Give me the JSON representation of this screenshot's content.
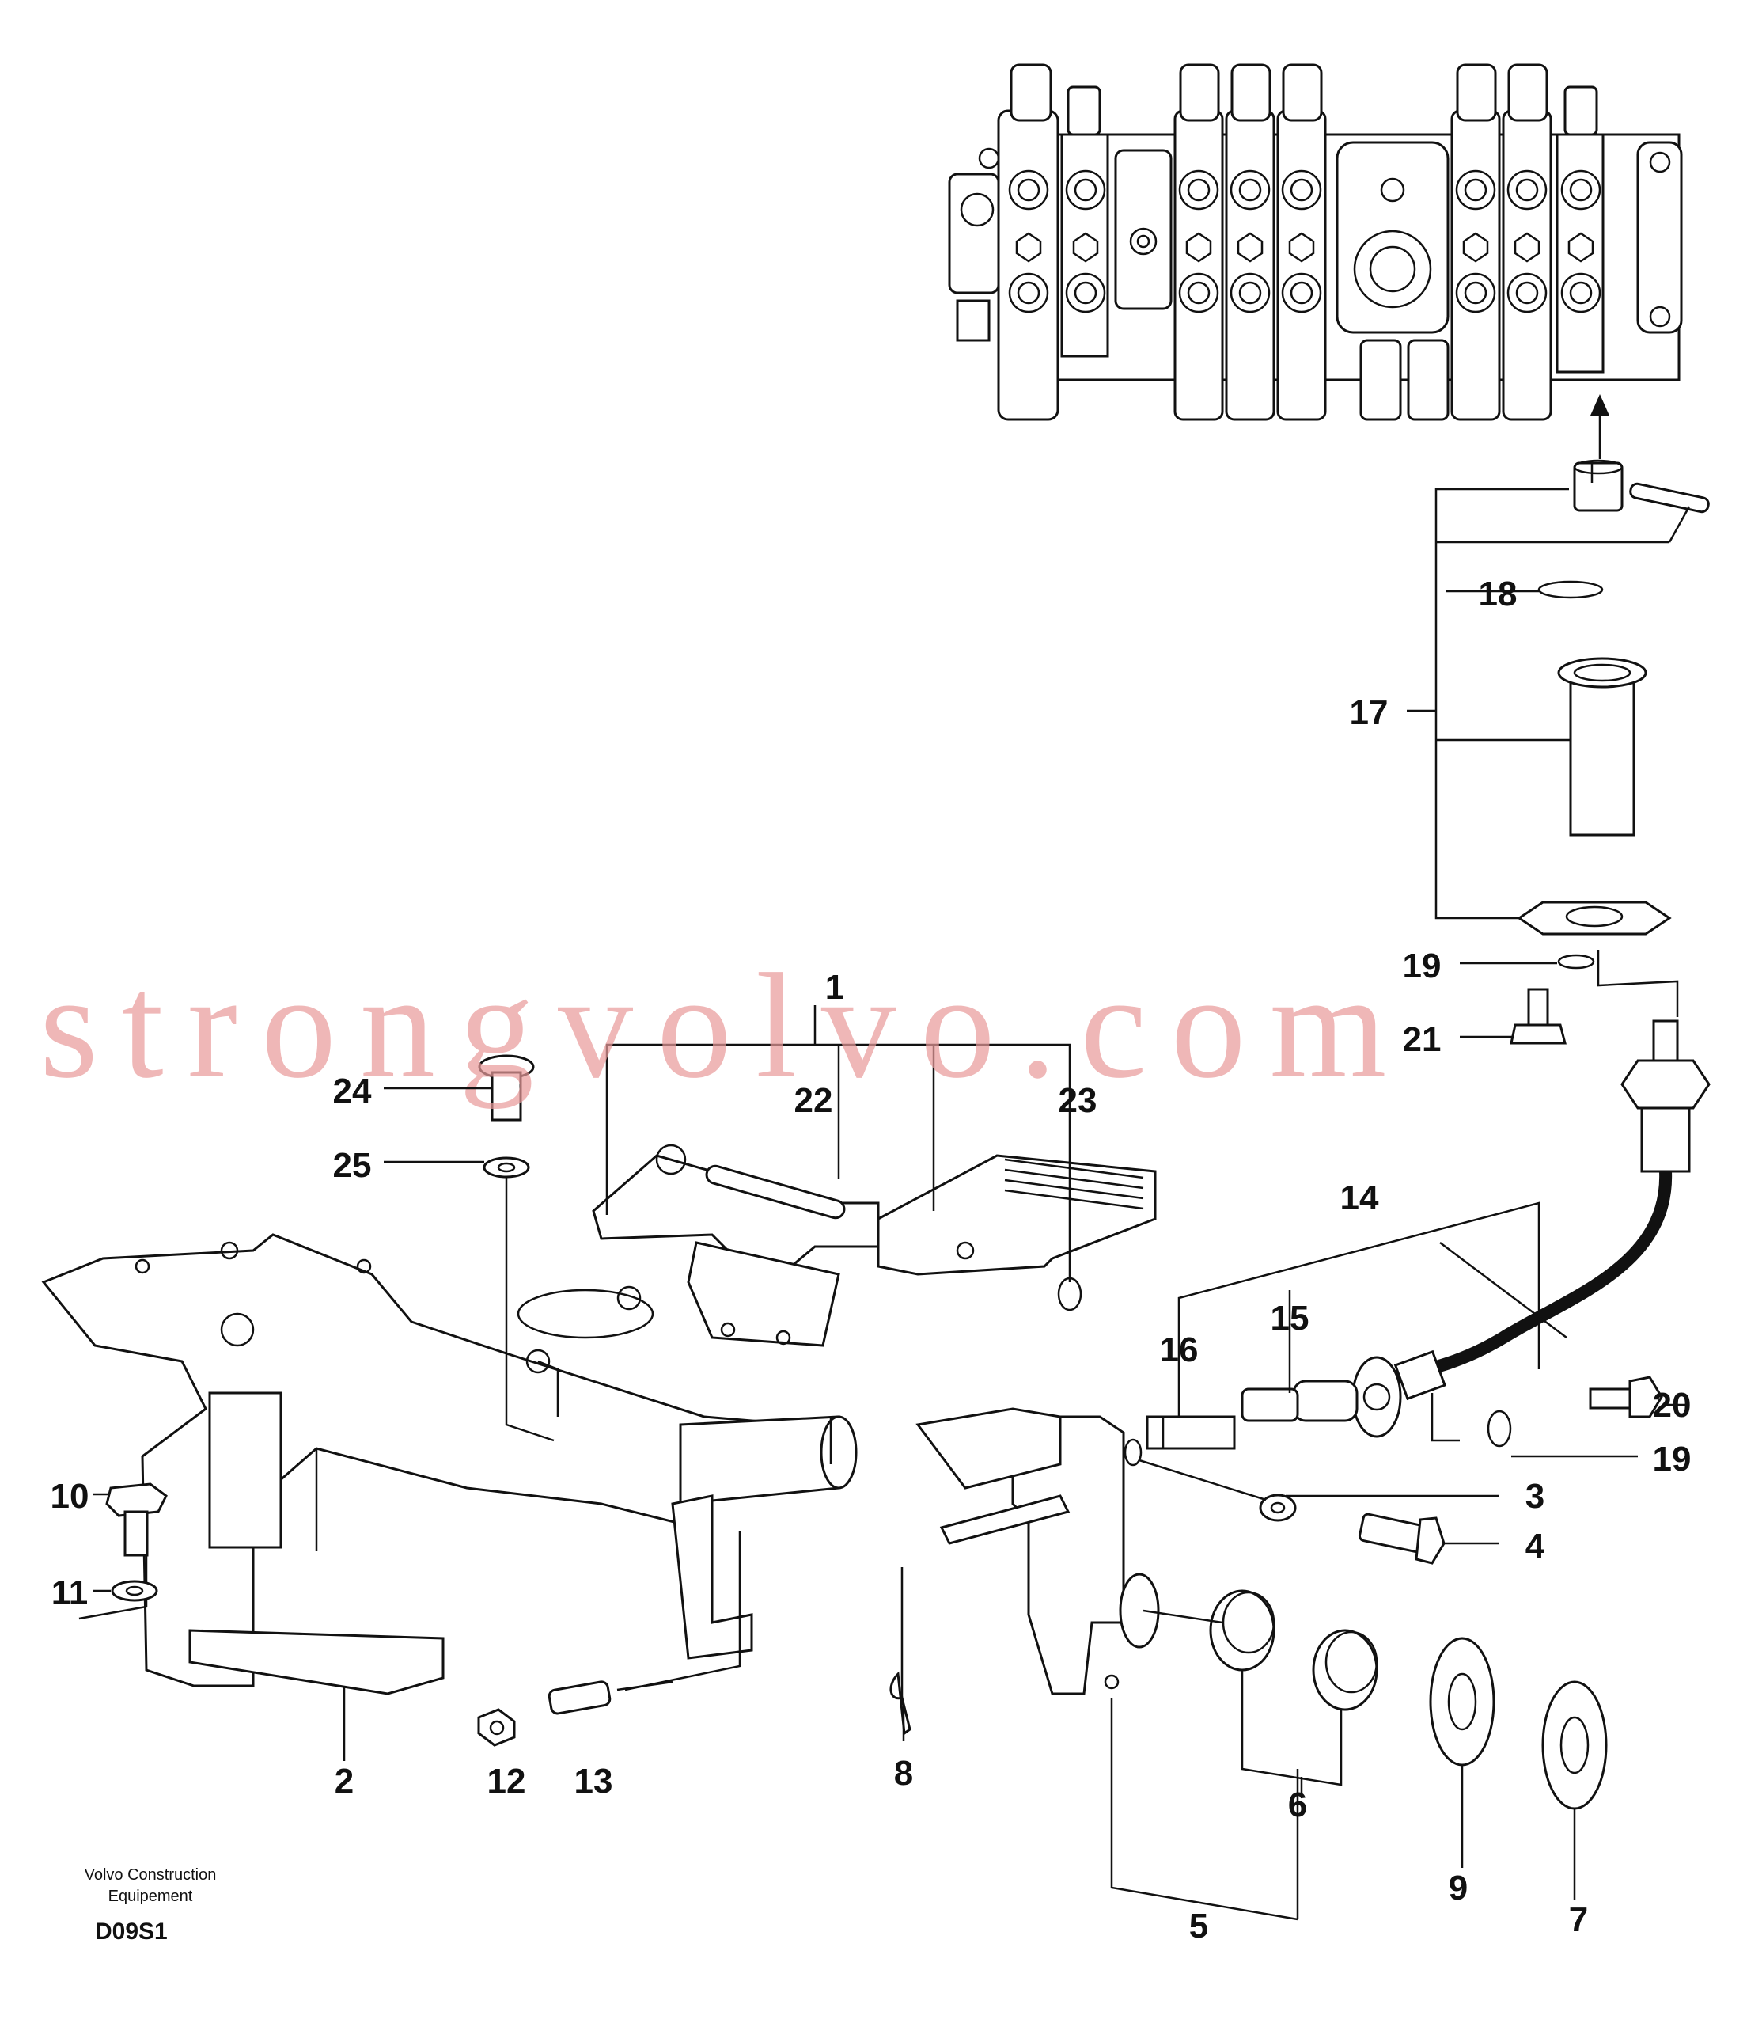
{
  "watermark": "strongvolvo.com",
  "footer": {
    "brand_line1": "Volvo Construction",
    "brand_line2": "Equipement",
    "code": "D09S1"
  },
  "callouts": {
    "c1": "1",
    "c2": "2",
    "c3": "3",
    "c4": "4",
    "c5": "5",
    "c6": "6",
    "c7": "7",
    "c8": "8",
    "c9": "9",
    "c10": "10",
    "c11": "11",
    "c12": "12",
    "c13": "13",
    "c14": "14",
    "c15": "15",
    "c16": "16",
    "c17": "17",
    "c18": "18",
    "c19a": "19",
    "c19b": "19",
    "c20": "20",
    "c21": "21",
    "c22": "22",
    "c23": "23",
    "c24": "24",
    "c25": "25"
  }
}
